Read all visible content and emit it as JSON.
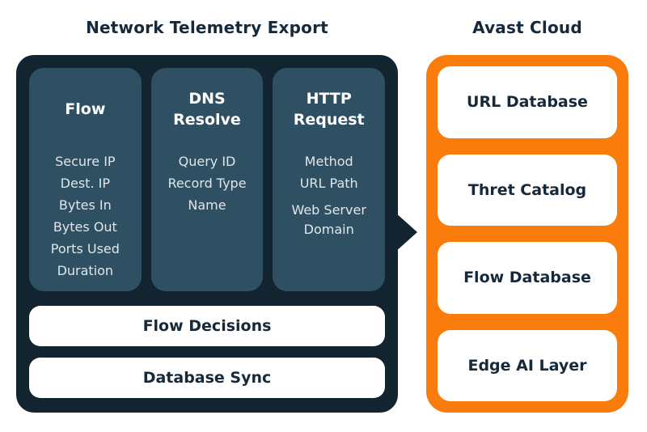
{
  "left": {
    "title": "Network Telemetry Export",
    "columns": [
      {
        "title": "Flow",
        "items": [
          "Secure IP",
          "Dest. IP",
          "Bytes In",
          "Bytes Out",
          "Ports Used",
          "Duration"
        ]
      },
      {
        "title": "DNS Resolve",
        "items": [
          "Query ID",
          "Record Type",
          "Name"
        ]
      },
      {
        "title": "HTTP Request",
        "items": [
          "Method",
          "URL Path",
          "Web Server Domain"
        ]
      }
    ],
    "bars": [
      "Flow Decisions",
      "Database Sync"
    ]
  },
  "right": {
    "title": "Avast Cloud",
    "boxes": [
      "URL Database",
      "Thret Catalog",
      "Flow Database",
      "Edge AI Layer"
    ]
  },
  "colors": {
    "panel_dark": "#12242f",
    "column_fill": "#2f5063",
    "panel_orange": "#f97c0c",
    "dark_text": "#15293b",
    "list_text": "#dfe6ea",
    "box_fill": "#ffffff"
  }
}
